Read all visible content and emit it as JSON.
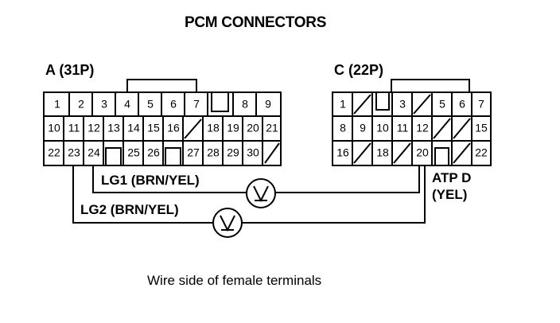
{
  "title": "PCM CONNECTORS",
  "connectors": [
    {
      "label": "A (31P)",
      "rows": [
        [
          "1",
          "2",
          "3",
          "4",
          "5",
          "6",
          "7",
          "",
          "8",
          "9"
        ],
        [
          "10",
          "11",
          "12",
          "13",
          "14",
          "15",
          "16",
          "/",
          "18",
          "19",
          "20",
          "21"
        ],
        [
          "22",
          "23",
          "24",
          "",
          "25",
          "26",
          "",
          "27",
          "28",
          "29",
          "30",
          "/"
        ]
      ]
    },
    {
      "label": "C (22P)",
      "rows": [
        [
          "1",
          "/",
          "",
          "3",
          "/",
          "5",
          "6",
          "7"
        ],
        [
          "8",
          "9",
          "10",
          "11",
          "12",
          "/",
          "/",
          "15"
        ],
        [
          "16",
          "/",
          "18",
          "/",
          "20",
          "",
          "/",
          "22"
        ]
      ]
    }
  ],
  "wires": [
    {
      "label": "LG1 (BRN/YEL)"
    },
    {
      "label": "LG2 (BRN/YEL)"
    }
  ],
  "atp": {
    "line1": "ATP D",
    "line2": "(YEL)"
  },
  "meter_icon": "voltmeter-symbol",
  "caption": "Wire side of female terminals"
}
